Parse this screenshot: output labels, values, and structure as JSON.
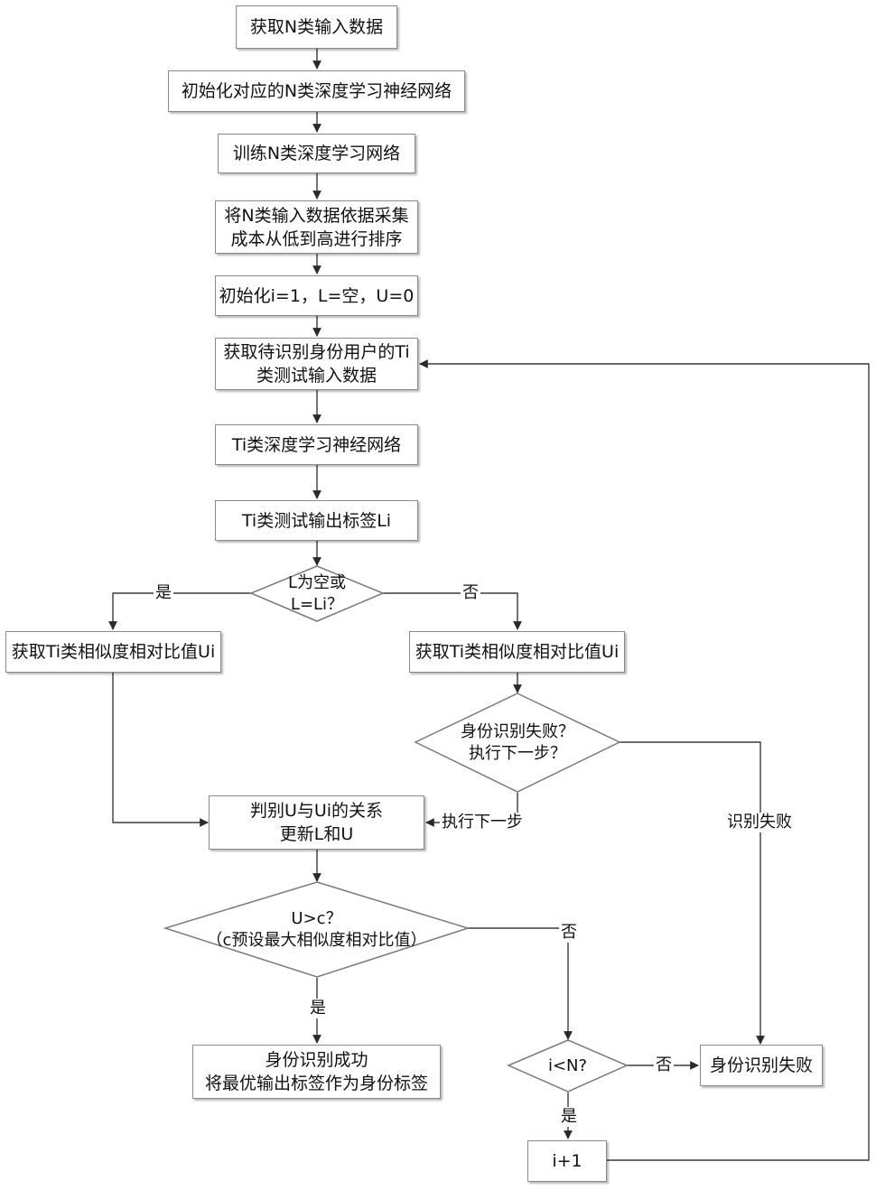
{
  "nodes": {
    "n1": "获取N类输入数据",
    "n2": "初始化对应的N类深度学习神经网络",
    "n3": "训练N类深度学习网络",
    "n4": "将N类输入数据依据采集\n成本从低到高进行排序",
    "n5": "初始化i=1，L=空，U=0",
    "n6": "获取待识别身份用户的Ti\n类测试输入数据",
    "n7": "Ti类深度学习神经网络",
    "n8": "Ti类测试输出标签Li",
    "d1": "L为空或\nL=Li？",
    "n9": "获取Ti类相似度相对比值Ui",
    "n10": "获取Ti类相似度相对比值Ui",
    "d2": "身份识别失败？\n执行下一步？",
    "n11": "判别U与Ui的关系\n更新L和U",
    "d3": "U>c？\n（c预设最大相似度相对比值）",
    "n12": "身份识别成功\n将最优输出标签作为身份标签",
    "d4": "i<N?",
    "n13": "身份识别失败",
    "n14": "i+1"
  },
  "edge_labels": {
    "d1_yes": "是",
    "d1_no": "否",
    "d2_next": "执行下一步",
    "d2_fail": "识别失败",
    "d3_no": "否",
    "d3_yes": "是",
    "d4_no": "否",
    "d4_yes": "是"
  }
}
